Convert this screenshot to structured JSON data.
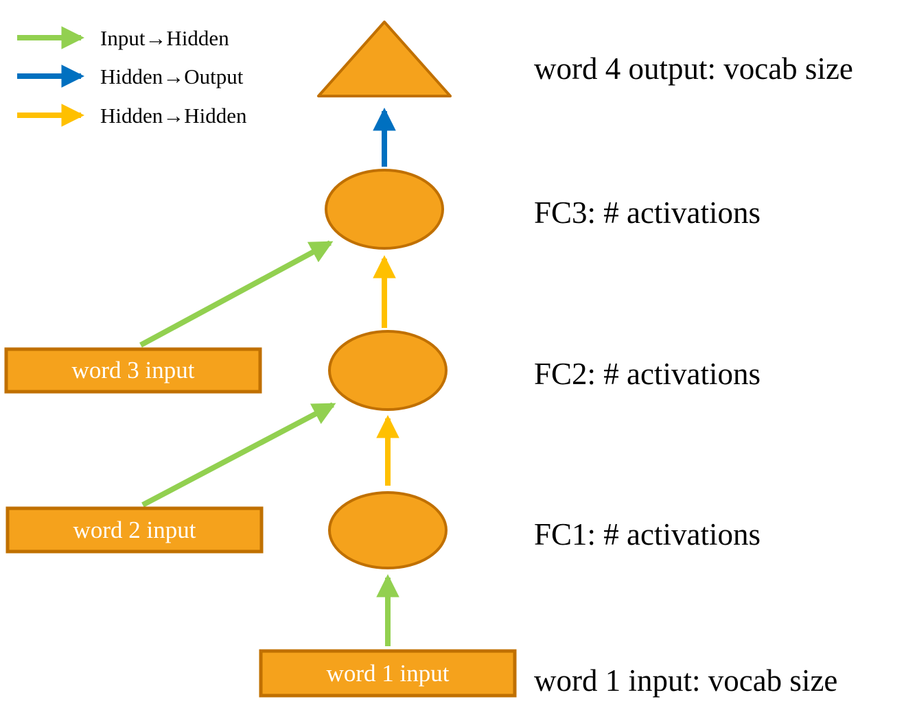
{
  "colors": {
    "node_fill": "#F5A21C",
    "node_stroke": "#C07000",
    "input_to_hidden": "#92D050",
    "hidden_to_output": "#0070C0",
    "hidden_to_hidden": "#FFC000",
    "box_text": "#FFFFFF",
    "label_text": "#000000"
  },
  "legend": {
    "items": [
      {
        "label": "Input→Hidden",
        "color": "#92D050"
      },
      {
        "label": "Hidden→Output",
        "color": "#0070C0"
      },
      {
        "label": "Hidden→Hidden",
        "color": "#FFC000"
      }
    ]
  },
  "nodes": {
    "output_label": "word 4 output: vocab size",
    "fc3_label": "FC3: # activations",
    "fc2_label": "FC2: # activations",
    "fc1_label": "FC1: # activations",
    "word1_caption": "word 1 input: vocab size",
    "word1_box": "word 1 input",
    "word2_box": "word 2 input",
    "word3_box": "word 3 input"
  }
}
